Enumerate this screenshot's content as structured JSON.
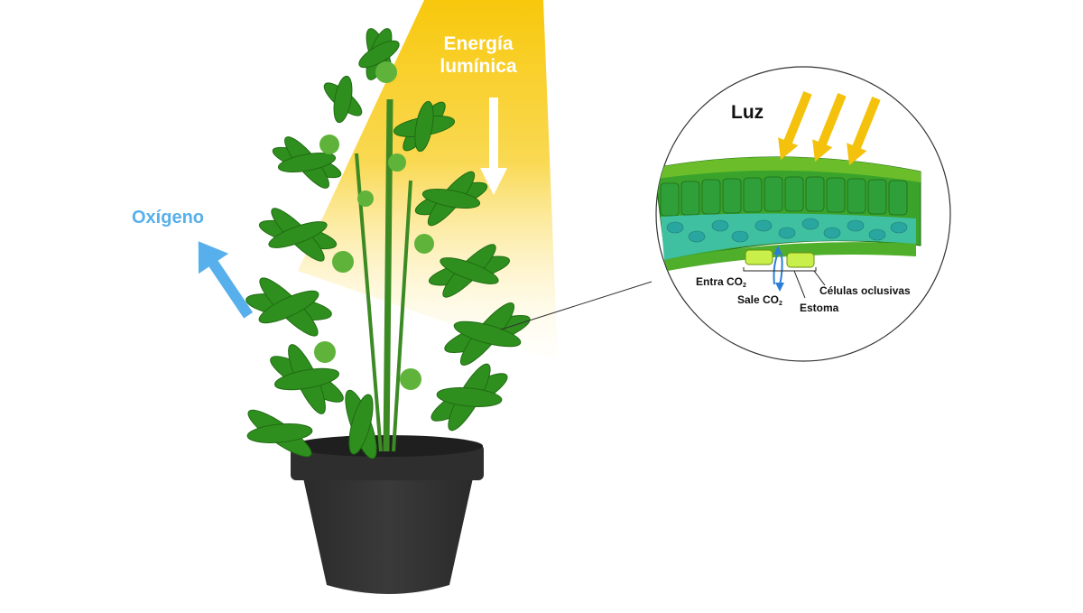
{
  "labels": {
    "energy_line1": "Energía",
    "energy_line2": "lumínica",
    "oxygen": "Oxígeno",
    "light": "Luz",
    "co2_in": "Entra CO",
    "co2_out": "Sale CO",
    "co2_subscript": "2",
    "stoma": "Estoma",
    "guard_cells": "Células oclusivas"
  },
  "colors": {
    "light_beam": "#f8c500",
    "oxygen_arrow": "#57b0ec",
    "light_arrows": "#f4c20d",
    "pot": "#333333",
    "leaf": "#2f8f1e",
    "co2_arrow": "#2c7fd4"
  }
}
